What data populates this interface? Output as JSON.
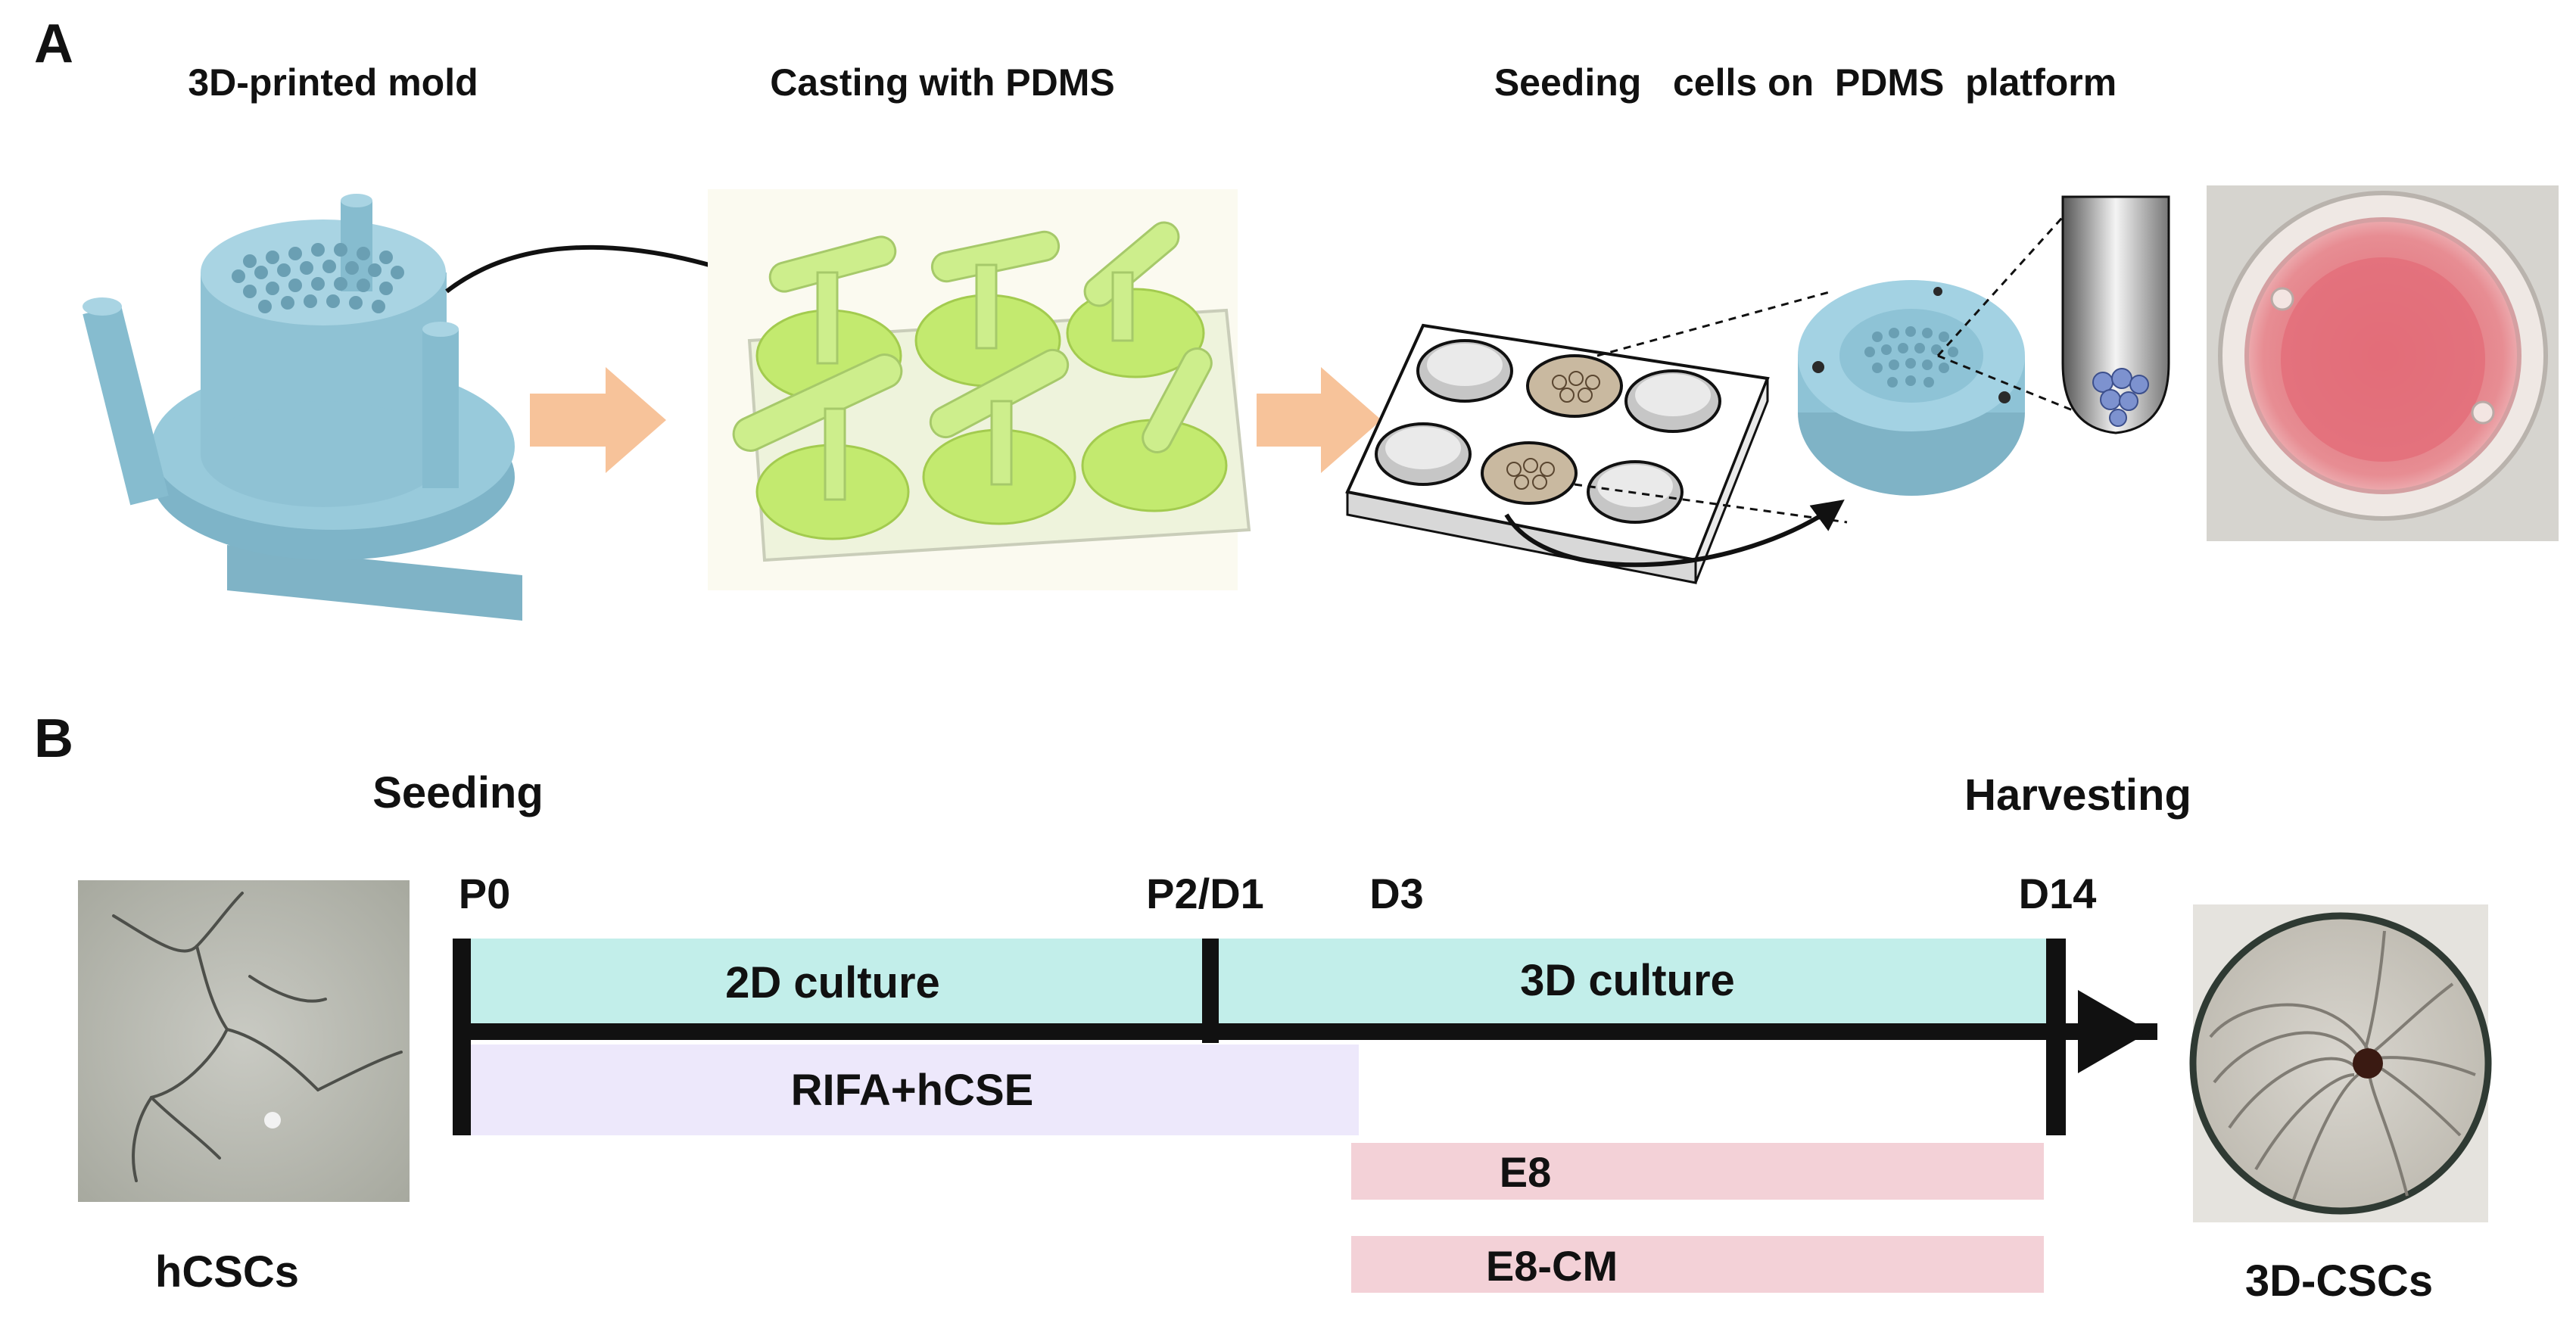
{
  "panel_a": {
    "label": "A",
    "step1_title": "3D-printed mold",
    "step2_title": "Casting with PDMS",
    "step3_title": "Seeding   cells on  PDMS  platform"
  },
  "panel_b": {
    "label": "B",
    "seeding_label": "Seeding",
    "harvesting_label": "Harvesting",
    "start_image_caption": "hCSCs",
    "end_image_caption": "3D-CSCs",
    "timepoints": [
      "P0",
      "P2/D1",
      "D3",
      "D14"
    ],
    "bar_2d": "2D culture",
    "bar_3d": "3D culture",
    "bar_rifa": "RIFA+hCSE",
    "bar_e8": "E8",
    "bar_e8cm": "E8-CM"
  },
  "colors": {
    "mold_blue": "#8ec3d6",
    "pdms_green": "#bfe870",
    "arrow_orange": "#f7c39a",
    "culture_teal": "#c2eeea",
    "rifa_lavender": "#ede8fb",
    "e8_pink": "#f3d1d7",
    "culture_red": "#e3707a"
  },
  "icons": [
    "mold-illustration",
    "pdms-casting-photo",
    "well-plate-drawing",
    "pdms-platform-drawing",
    "pipette-tip-icon",
    "platform-photo",
    "hcsc-micrograph",
    "3d-csc-micrograph"
  ]
}
